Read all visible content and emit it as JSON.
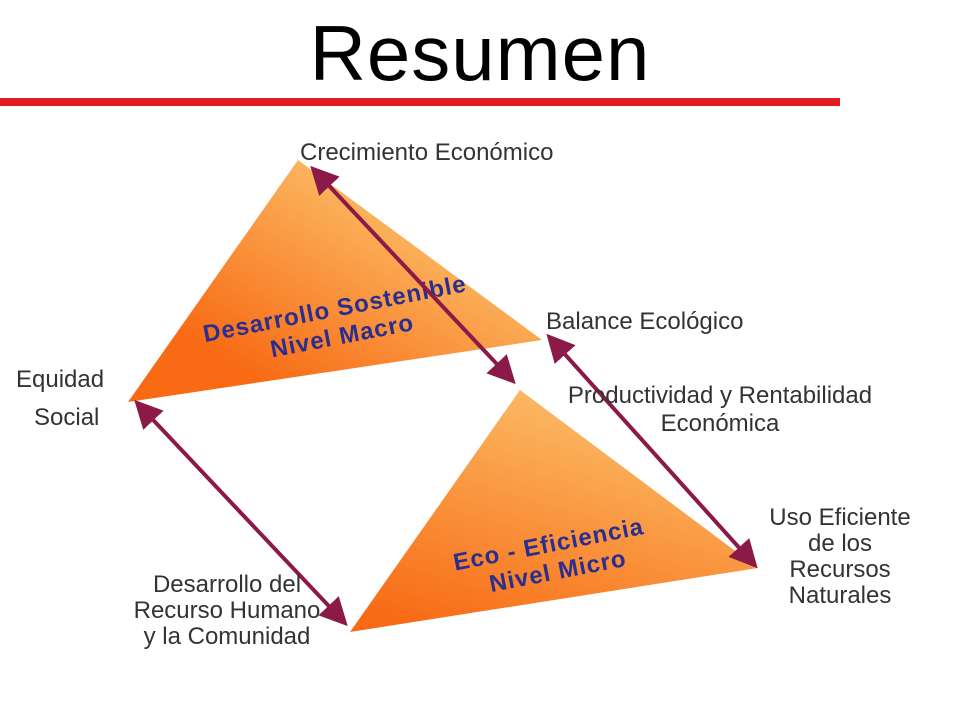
{
  "title": "Resumen",
  "colors": {
    "accent_rule": "#e31b23",
    "triangle_light": "#fcc26c",
    "triangle_dark": "#f86a14",
    "arrow": "#8b1a48",
    "inner_text": "#2a2f8f"
  },
  "macro_triangle": {
    "line1": "Desarrollo Sostenible",
    "line2": "Nivel Macro"
  },
  "micro_triangle": {
    "line1": "Eco - Eficiencia",
    "line2": "Nivel Micro"
  },
  "labels": {
    "crecimiento": "Crecimiento Económico",
    "balance": "Balance Ecológico",
    "equidad_1": "Equidad",
    "equidad_2": "Social",
    "productividad_1": "Productividad y Rentabilidad",
    "productividad_2": "Económica",
    "uso_1": "Uso Eficiente",
    "uso_2": "de los",
    "uso_3": "Recursos",
    "uso_4": "Naturales",
    "desarrollo_1": "Desarrollo del",
    "desarrollo_2": "Recurso Humano",
    "desarrollo_3": "y la Comunidad"
  }
}
